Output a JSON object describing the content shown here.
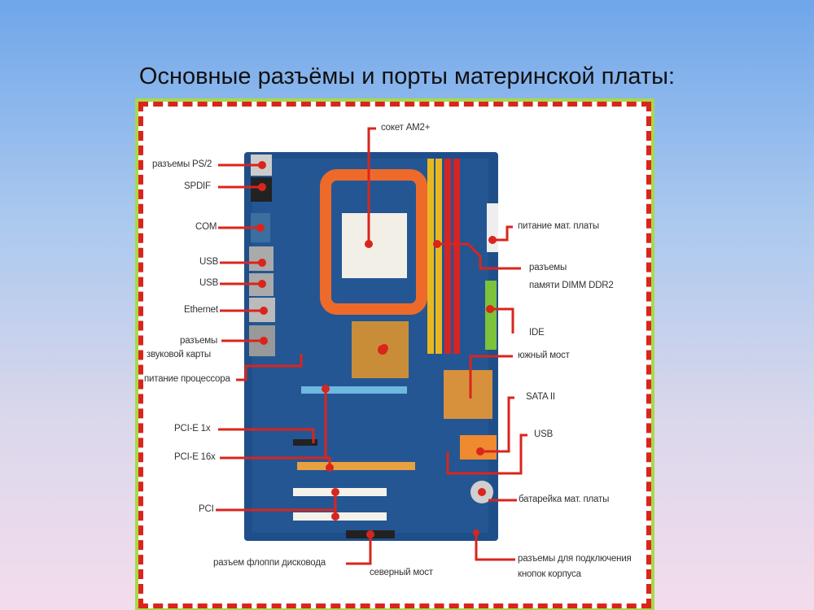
{
  "slide_title": "Основные разъёмы и порты материнской платы:",
  "labels": {
    "socket": "сокет AM2+",
    "ps2": "разъемы PS/2",
    "spdif": "SPDIF",
    "com": "COM",
    "usb1": "USB",
    "usb2": "USB",
    "ethernet": "Ethernet",
    "audio_1": "разъемы",
    "audio_2": "звуковой карты",
    "cpu_power": "питание процессора",
    "pcie1x": "PCI-E 1x",
    "pcie16x": "PCI-E 16x",
    "pci": "PCI",
    "floppy": "разъем флоппи дисковода",
    "northbridge": "северный мост",
    "panel_1": "разъемы для подключения",
    "panel_2": "кнопок корпуса",
    "battery": "батарейка мат. платы",
    "usb3": "USB",
    "sata": "SATA II",
    "southbridge": "южный мост",
    "ide": "IDE",
    "dimm_1": "разъемы",
    "dimm_2": "памяти DIMM DDR2",
    "mb_power": "питание мат. платы"
  },
  "colors": {
    "pointer": "#d9251c",
    "board": "#1d4f8c"
  }
}
